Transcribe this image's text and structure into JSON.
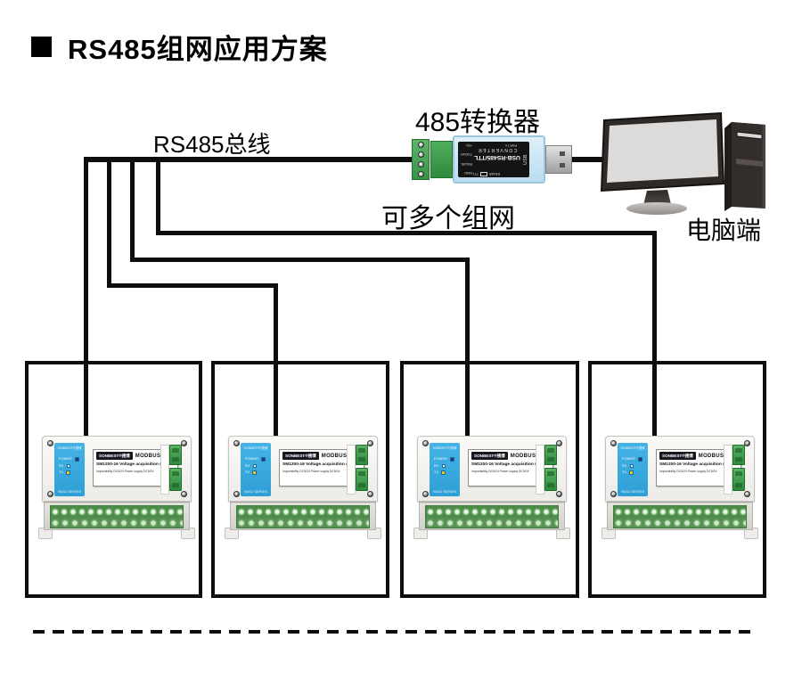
{
  "title": "RS485组网应用方案",
  "labels": {
    "bus": "RS485总线",
    "converter": "485转换器",
    "multi_network": "可多个组网",
    "pc": "电脑端"
  },
  "converter": {
    "title_line1": "USB-RS485/TTL",
    "title_line2": "CONVERTER",
    "pins": [
      "+5V",
      "TXD/A+",
      "RXD/B-",
      "GND"
    ],
    "ttl_label": "TTL",
    "rs485_label": "RS485",
    "usb_label": "USB",
    "pwr_label": "PWR TX"
  },
  "module": {
    "panel_brand": "SONBEST®搜博",
    "panel_leds": [
      "POWER",
      "RX",
      "TX"
    ],
    "panel_series": "SM12 SERIES",
    "label_brand": "SONBEST®搜博",
    "label_protocol": "MODBUS",
    "label_model": "SM1200-16 Voltage acquisition module",
    "label_spec": "Importability  DC5/24    Power supply  DC5/24"
  },
  "colors": {
    "wire": "#0d0d0d",
    "panel_blue": "#35a8e0",
    "terminal_green": "#4aa854",
    "led_power": "#2b2e83",
    "led_rx": "#f5f5f5",
    "led_tx": "#f0c419",
    "monitor_screen": "#dcdbd9",
    "tower_body": "#332d2b"
  }
}
